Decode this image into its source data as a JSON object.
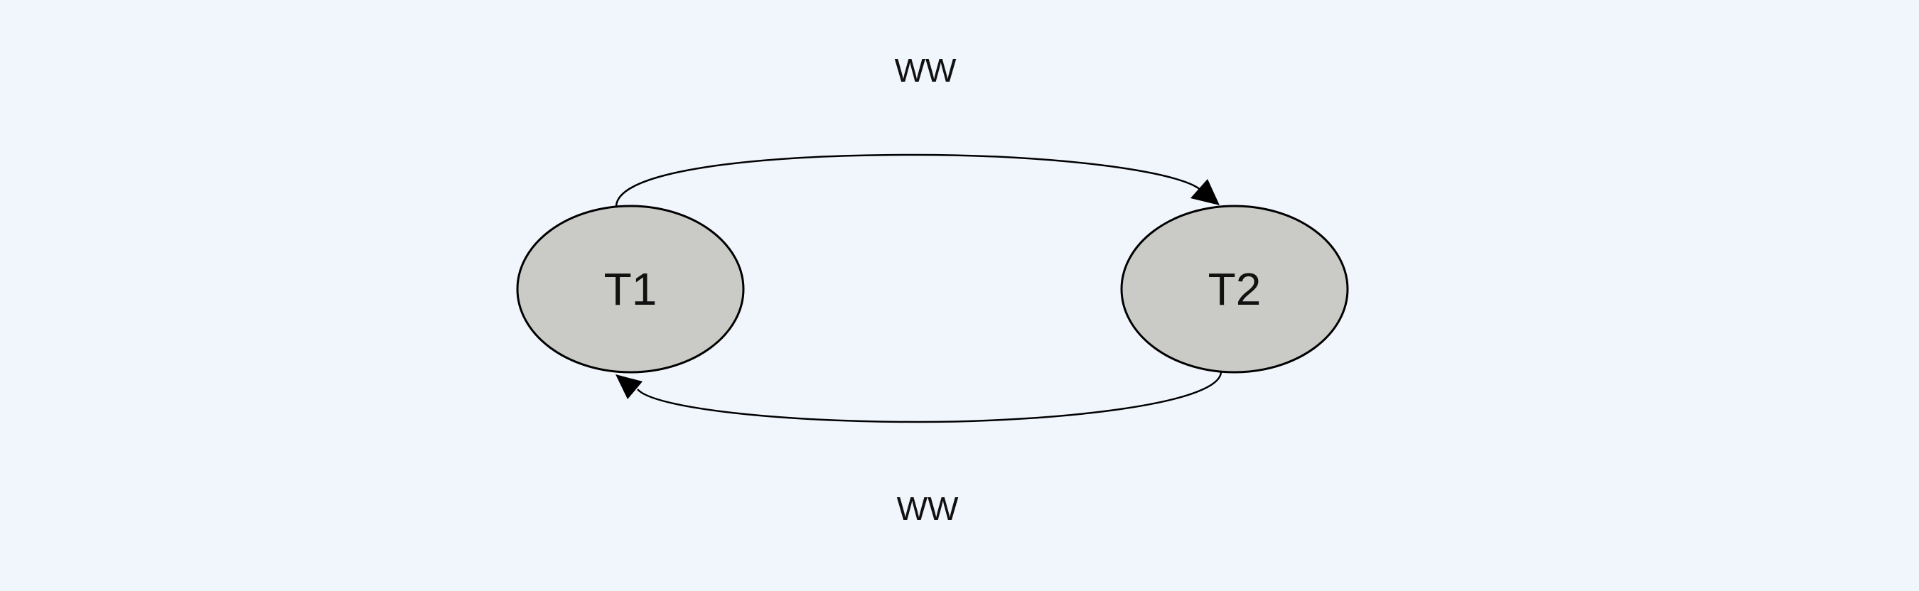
{
  "diagram": {
    "type": "directed-graph",
    "nodes": [
      {
        "id": "T1",
        "label": "T1"
      },
      {
        "id": "T2",
        "label": "T2"
      }
    ],
    "edges": [
      {
        "from": "T1",
        "to": "T2",
        "label": "WW"
      },
      {
        "from": "T2",
        "to": "T1",
        "label": "WW"
      }
    ]
  },
  "colors": {
    "background": "#f1f6fd",
    "node_fill": "#cacbc7",
    "stroke": "#000000",
    "text": "#111111"
  }
}
